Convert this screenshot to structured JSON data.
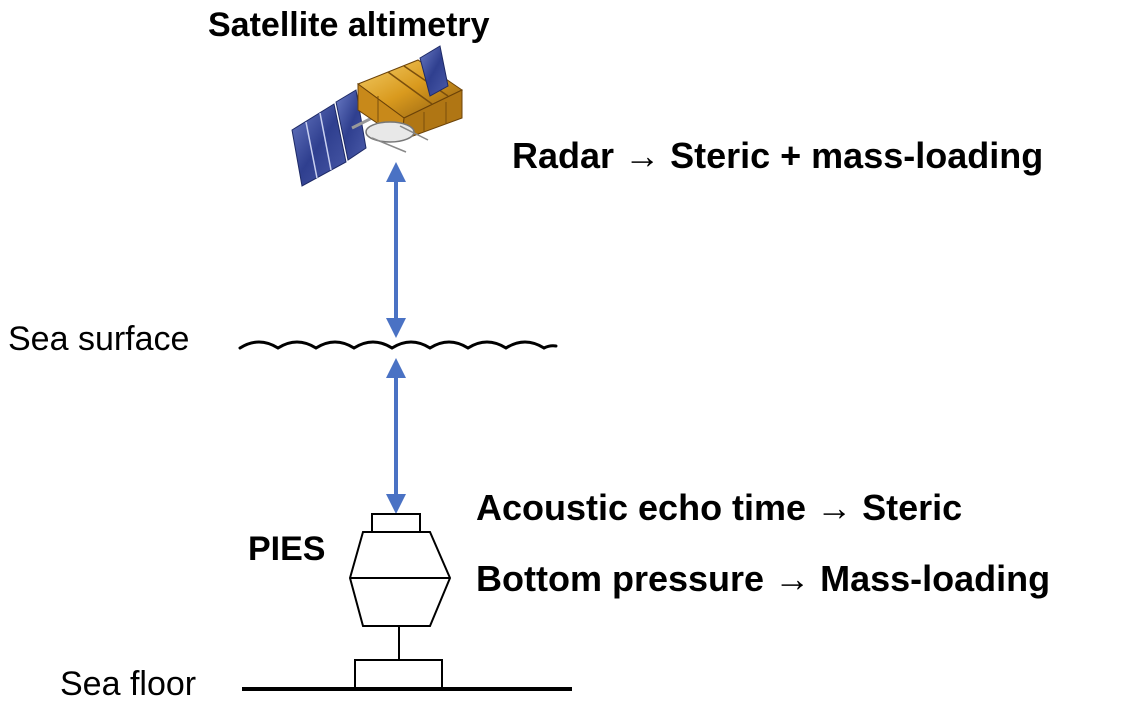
{
  "title": "Satellite altimetry",
  "radar": {
    "source": "Radar",
    "arrow": "→",
    "result": "Steric + mass-loading"
  },
  "sea_surface_label": "Sea surface",
  "acoustic": {
    "source": "Acoustic echo time",
    "arrow": "→",
    "result": "Steric"
  },
  "pressure": {
    "source": "Bottom pressure",
    "arrow": "→",
    "result": "Mass-loading"
  },
  "instrument_label": "PIES",
  "sea_floor_label": "Sea floor",
  "colors": {
    "arrow": "#4a72c4",
    "panel": "#2f3f8f",
    "gold": "#d99a1e"
  },
  "icons": [
    "satellite-icon",
    "pies-instrument-icon",
    "wave-icon"
  ]
}
